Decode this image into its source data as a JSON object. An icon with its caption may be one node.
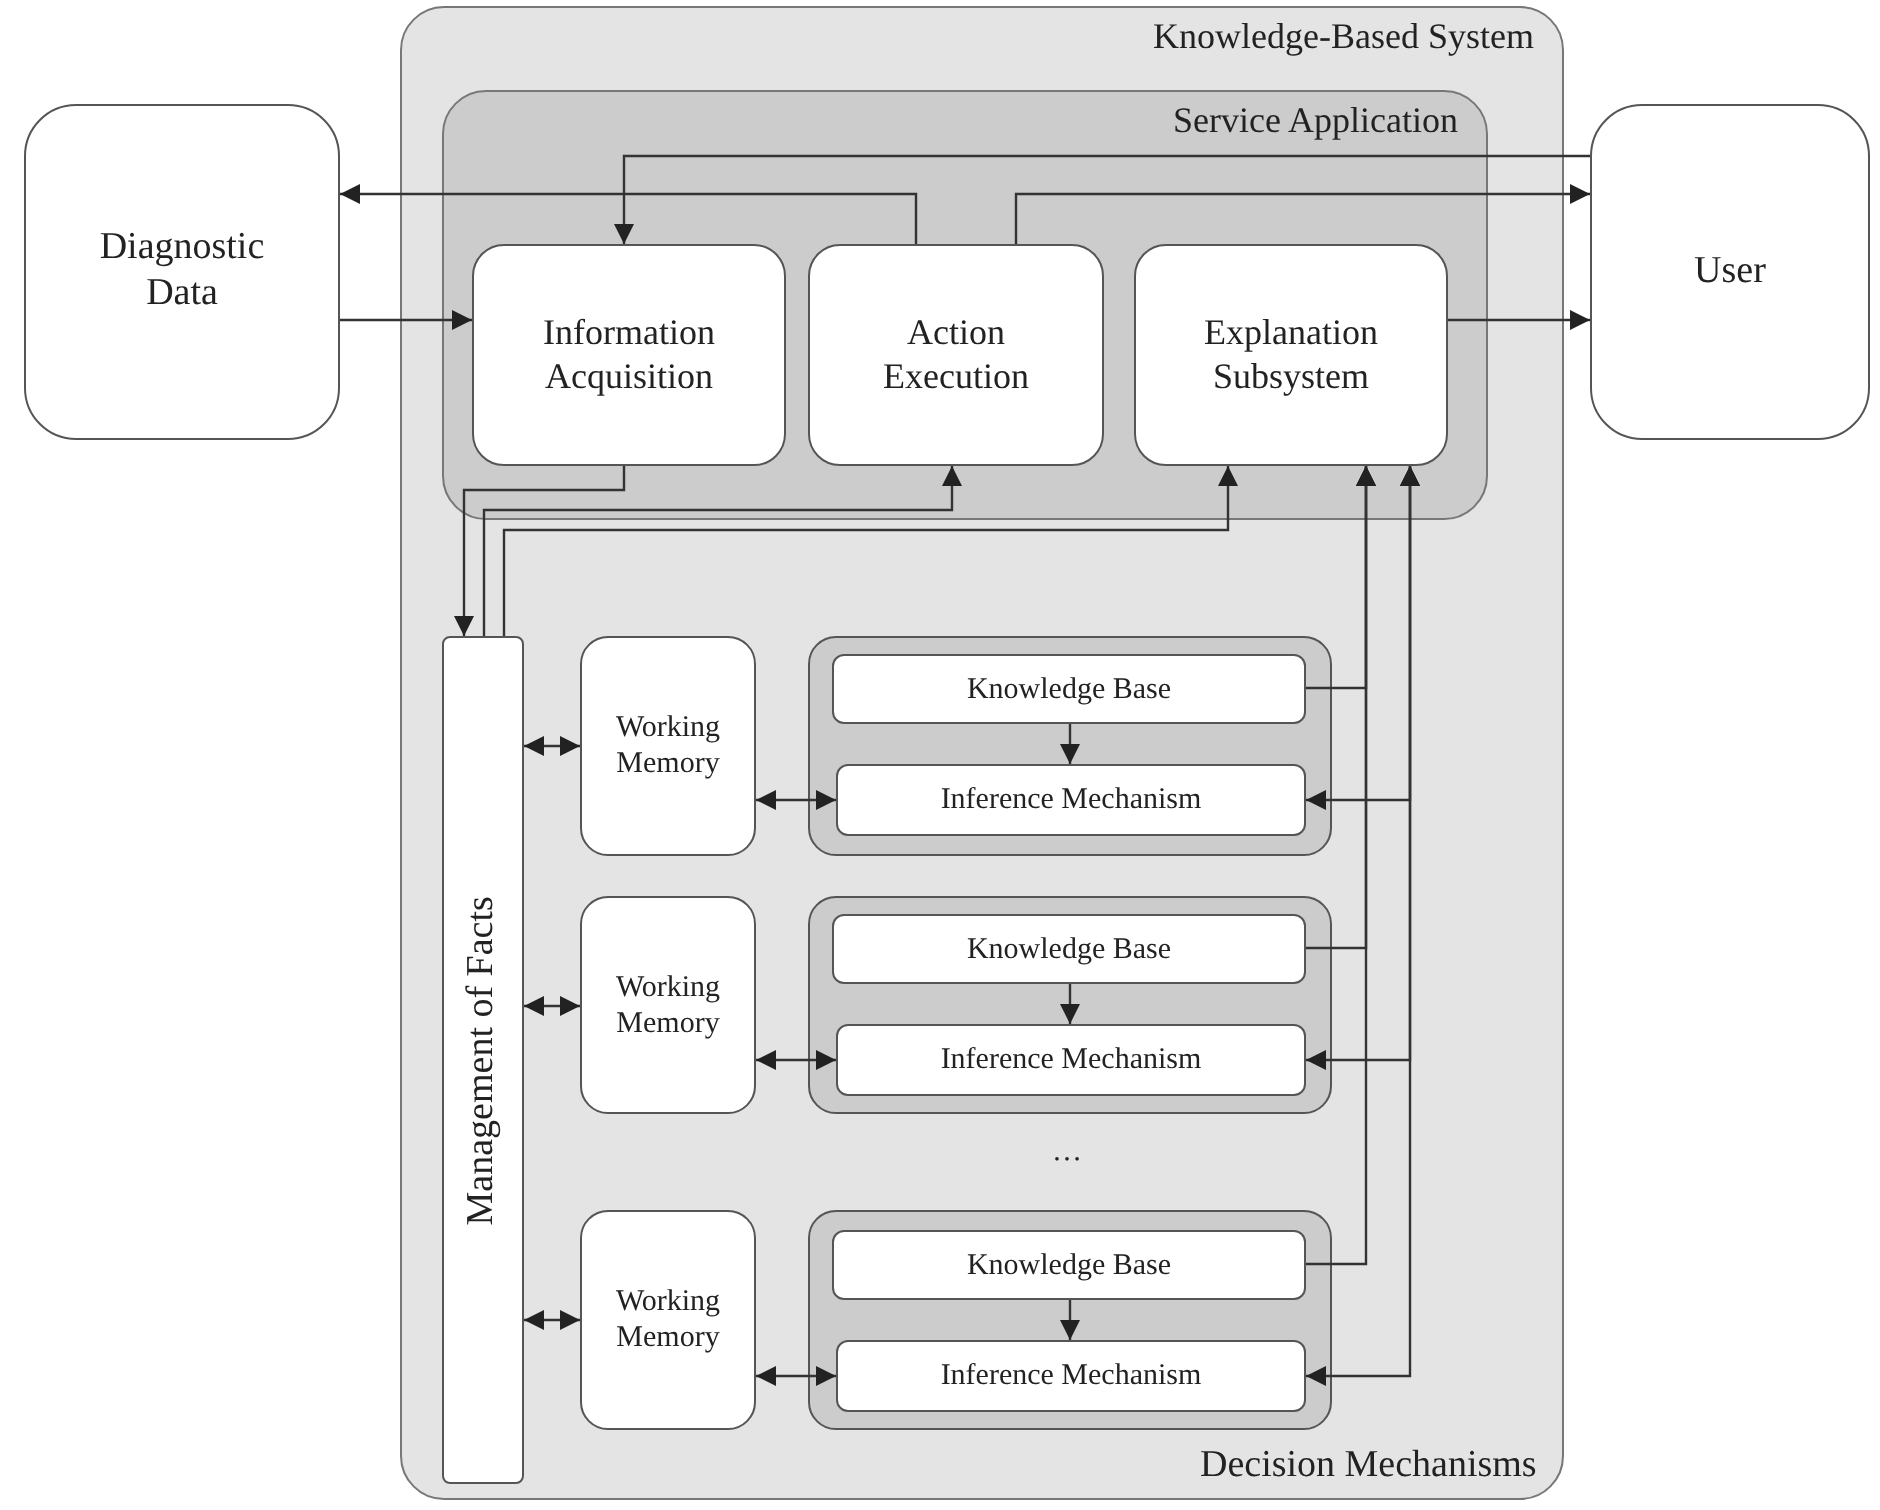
{
  "diagram": {
    "nodes": [
      {
        "text": [
          "Diagnostic Data"
        ]
      },
      {
        "text": [
          "User"
        ]
      },
      {
        "text": [
          "Knowledge-Based System"
        ]
      },
      {
        "text": [
          "Service Application"
        ],
        "in": 2
      },
      {
        "text": [
          "Information Acquisition"
        ],
        "in": 3
      },
      {
        "text": [
          "Action Execution"
        ],
        "in": 3
      },
      {
        "text": [
          "Explanation Subsystem"
        ],
        "in": 3
      },
      {
        "text": [
          "Management of Facts"
        ],
        "in": 2
      },
      {
        "text": [
          "Working Memory"
        ],
        "in": 2
      },
      {
        "text": [],
        "shape": "box",
        "in": 2
      },
      {
        "text": [
          "Knowledge Base"
        ],
        "in": 9
      },
      {
        "text": [
          "Inference Mechanism"
        ],
        "in": 9
      },
      {
        "text": [
          "Working Memory"
        ],
        "in": 2
      },
      {
        "text": [],
        "shape": "box",
        "in": 2
      },
      {
        "text": [
          "Knowledge Base"
        ],
        "in": 13
      },
      {
        "text": [
          "Inference Mechanism"
        ],
        "in": 13
      },
      {
        "text": [
          "Working Memory"
        ],
        "in": 2
      },
      {
        "text": [],
        "shape": "box",
        "in": 2
      },
      {
        "text": [
          "Knowledge Base"
        ],
        "in": 17
      },
      {
        "text": [
          "Inference Mechanism"
        ],
        "in": 17
      }
    ],
    "edges": [
      {
        "from": 5,
        "to": 0,
        "arrow": "to"
      },
      {
        "from": 0,
        "to": 4,
        "arrow": "to"
      },
      {
        "from": 1,
        "to": 4,
        "arrow": "to"
      },
      {
        "from": 5,
        "to": 1,
        "arrow": "to"
      },
      {
        "from": 6,
        "to": 1,
        "arrow": "to"
      },
      {
        "from": 4,
        "to": 7,
        "arrow": "to"
      },
      {
        "from": 7,
        "to": 5,
        "arrow": "to"
      },
      {
        "from": 7,
        "to": 6,
        "arrow": "to"
      },
      {
        "from": 10,
        "to": 6,
        "arrow": "to"
      },
      {
        "from": 14,
        "to": 6,
        "arrow": "to"
      },
      {
        "from": 18,
        "to": 6,
        "arrow": "to"
      },
      {
        "from": 6,
        "to": 11,
        "arrow": "both"
      },
      {
        "from": 6,
        "to": 15,
        "arrow": "both"
      },
      {
        "from": 6,
        "to": 19,
        "arrow": "both"
      },
      {
        "from": 7,
        "to": 8,
        "arrow": "both"
      },
      {
        "from": 7,
        "to": 12,
        "arrow": "both"
      },
      {
        "from": 7,
        "to": 16,
        "arrow": "both"
      },
      {
        "from": 8,
        "to": 11,
        "arrow": "both"
      },
      {
        "from": 12,
        "to": 15,
        "arrow": "both"
      },
      {
        "from": 16,
        "to": 19,
        "arrow": "both"
      },
      {
        "from": 10,
        "to": 11,
        "arrow": "to"
      },
      {
        "from": 14,
        "to": 15,
        "arrow": "to"
      },
      {
        "from": 18,
        "to": 19,
        "arrow": "to"
      }
    ],
    "labels": [
      "…",
      "Decision Mechanisms"
    ]
  }
}
